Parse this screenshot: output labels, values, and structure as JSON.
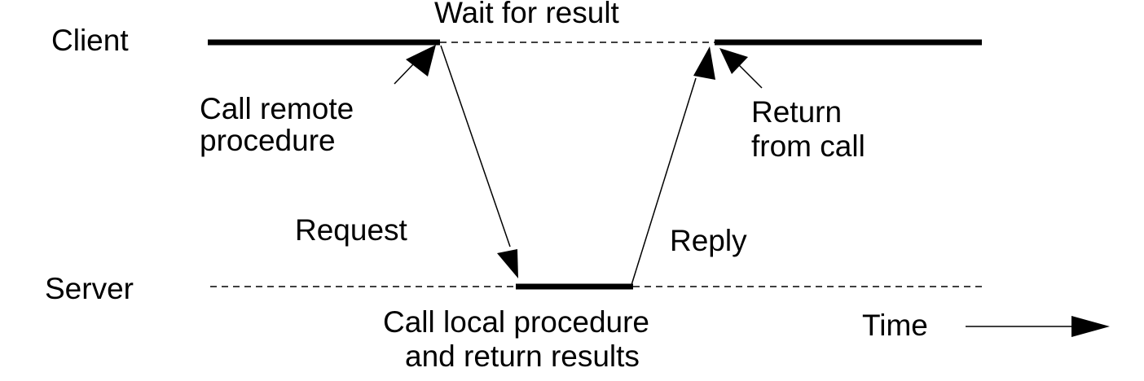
{
  "diagram": {
    "title": "Wait for result",
    "lanes": {
      "client": "Client",
      "server": "Server"
    },
    "annotations": {
      "call_remote_line1": "Call remote",
      "call_remote_line2": "procedure",
      "return_line1": "Return",
      "return_line2": "from call",
      "request": "Request",
      "reply": "Reply",
      "local_line1": "Call local procedure",
      "local_line2": "and return results",
      "time": "Time"
    },
    "colors": {
      "ink": "#000000",
      "background": "#ffffff"
    }
  }
}
